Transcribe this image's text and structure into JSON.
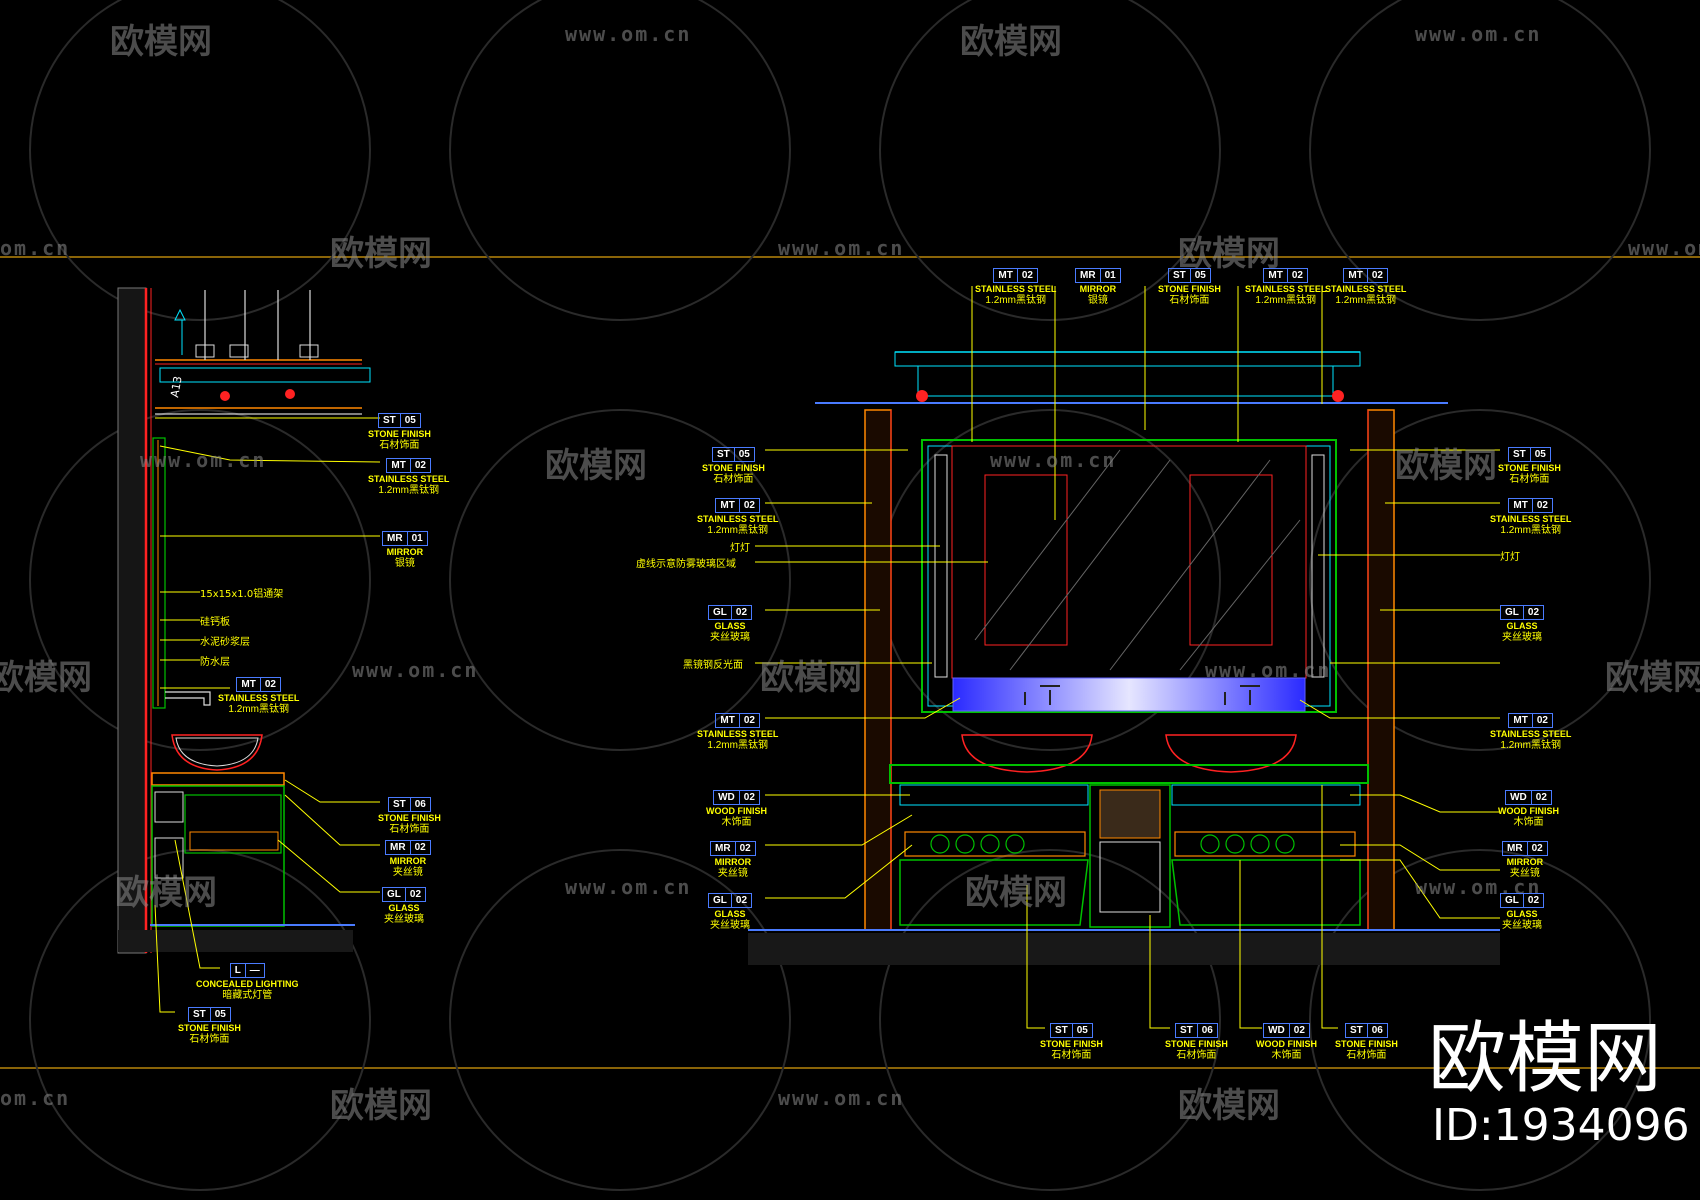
{
  "watermarks": {
    "logo": "欧模网",
    "url": "www.om.cn",
    "url_short": "om.cn",
    "logo_fragment": "欧模网",
    "corner_logo": "欧模网",
    "corner_id": "ID:1934096"
  },
  "section_view": {
    "marker": "A13",
    "notes": [
      "15x15x1.0铝通架",
      "硅钙板",
      "水泥砂浆层",
      "防水层"
    ],
    "tags": [
      {
        "code": "ST",
        "num": "05",
        "en": "STONE FINISH",
        "zh": "石材饰面"
      },
      {
        "code": "MT",
        "num": "02",
        "en": "STAINLESS STEEL",
        "zh": "1.2mm黑钛钢"
      },
      {
        "code": "MR",
        "num": "01",
        "en": "MIRROR",
        "zh": "银镜"
      },
      {
        "code": "MT",
        "num": "02",
        "en": "STAINLESS STEEL",
        "zh": "1.2mm黑钛钢"
      },
      {
        "code": "ST",
        "num": "06",
        "en": "STONE FINISH",
        "zh": "石材饰面"
      },
      {
        "code": "MR",
        "num": "02",
        "en": "MIRROR",
        "zh": "夹丝镜"
      },
      {
        "code": "GL",
        "num": "02",
        "en": "GLASS",
        "zh": "夹丝玻璃"
      },
      {
        "code": "L",
        "num": "—",
        "en": "CONCEALED LIGHTING",
        "zh": "暗藏式灯管"
      },
      {
        "code": "ST",
        "num": "05",
        "en": "STONE FINISH",
        "zh": "石材饰面"
      }
    ]
  },
  "elevation_view": {
    "top_tags": [
      {
        "code": "MT",
        "num": "02",
        "en": "STAINLESS STEEL",
        "zh": "1.2mm黑钛钢"
      },
      {
        "code": "MR",
        "num": "01",
        "en": "MIRROR",
        "zh": "银镜"
      },
      {
        "code": "ST",
        "num": "05",
        "en": "STONE FINISH",
        "zh": "石材饰面"
      },
      {
        "code": "MT",
        "num": "02",
        "en": "STAINLESS STEEL",
        "zh": "1.2mm黑钛钢"
      },
      {
        "code": "MT",
        "num": "02",
        "en": "STAINLESS STEEL",
        "zh": "1.2mm黑钛钢"
      }
    ],
    "left_tags": [
      {
        "code": "ST",
        "num": "05",
        "en": "STONE FINISH",
        "zh": "石材饰面"
      },
      {
        "code": "MT",
        "num": "02",
        "en": "STAINLESS STEEL",
        "zh": "1.2mm黑钛钢"
      },
      {
        "code": "GL",
        "num": "02",
        "en": "GLASS",
        "zh": "夹丝玻璃"
      },
      {
        "code": "MT",
        "num": "02",
        "en": "STAINLESS STEEL",
        "zh": "1.2mm黑钛钢"
      },
      {
        "code": "WD",
        "num": "02",
        "en": "WOOD FINISH",
        "zh": "木饰面"
      },
      {
        "code": "MR",
        "num": "02",
        "en": "MIRROR",
        "zh": "夹丝镜"
      },
      {
        "code": "GL",
        "num": "02",
        "en": "GLASS",
        "zh": "夹丝玻璃"
      }
    ],
    "left_notes": [
      "灯灯",
      "虚线示意防雾玻璃区域",
      "黑镜钢反光面"
    ],
    "right_tags": [
      {
        "code": "ST",
        "num": "05",
        "en": "STONE FINISH",
        "zh": "石材饰面"
      },
      {
        "code": "MT",
        "num": "02",
        "en": "STAINLESS STEEL",
        "zh": "1.2mm黑钛钢"
      },
      {
        "code": "GL",
        "num": "02",
        "en": "GLASS",
        "zh": "夹丝玻璃"
      },
      {
        "code": "MT",
        "num": "02",
        "en": "STAINLESS STEEL",
        "zh": "1.2mm黑钛钢"
      },
      {
        "code": "WD",
        "num": "02",
        "en": "WOOD FINISH",
        "zh": "木饰面"
      },
      {
        "code": "MR",
        "num": "02",
        "en": "MIRROR",
        "zh": "夹丝镜"
      },
      {
        "code": "GL",
        "num": "02",
        "en": "GLASS",
        "zh": "夹丝玻璃"
      }
    ],
    "right_notes": [
      "灯灯"
    ],
    "bottom_tags": [
      {
        "code": "ST",
        "num": "05",
        "en": "STONE FINISH",
        "zh": "石材饰面"
      },
      {
        "code": "ST",
        "num": "06",
        "en": "STONE FINISH",
        "zh": "石材饰面"
      },
      {
        "code": "WD",
        "num": "02",
        "en": "WOOD FINISH",
        "zh": "木饰面"
      },
      {
        "code": "ST",
        "num": "06",
        "en": "STONE FINISH",
        "zh": "石材饰面"
      }
    ]
  },
  "colors": {
    "background": "#000000",
    "leader": "#ffff00",
    "tag_border": "#4a7bff",
    "frame_line": "#b8860b",
    "wall": "#ff2222",
    "cabinet": "#00c000",
    "cyan": "#00e5ff",
    "wood": "#ff8800"
  }
}
